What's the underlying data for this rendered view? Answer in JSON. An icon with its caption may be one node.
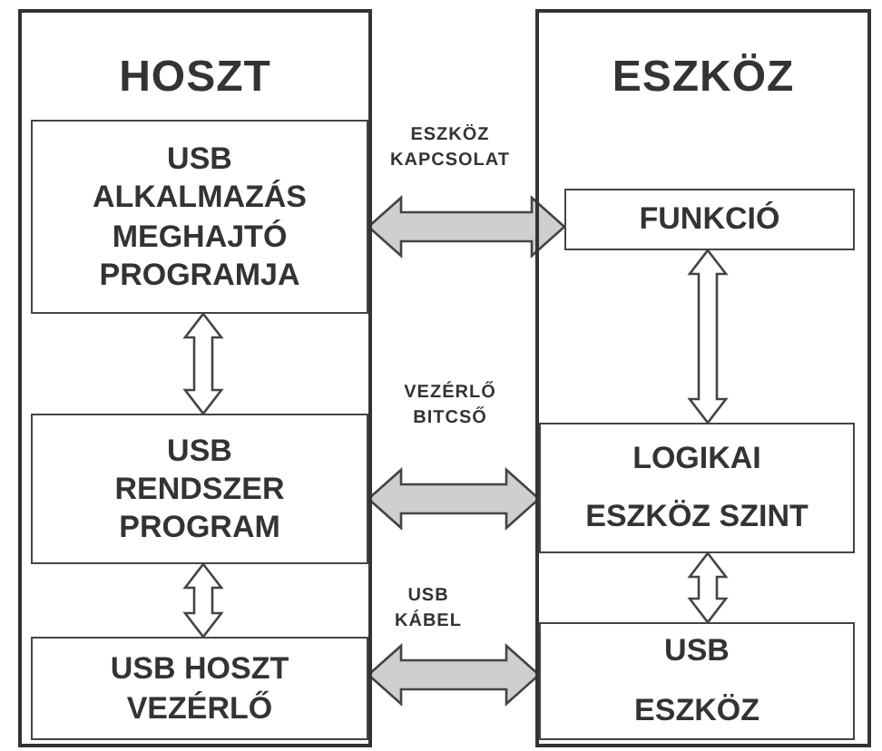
{
  "diagram": {
    "nodes": [
      {
        "text": [
          "HOSZT"
        ]
      },
      {
        "text": [
          "USB ALKALMAZÁS MEGHAJTÓ PROGRAMJA"
        ],
        "in": 0
      },
      {
        "text": [
          "USB RENDSZER PROGRAM"
        ],
        "in": 0
      },
      {
        "text": [
          "USB HOSZT VEZÉRLŐ"
        ],
        "in": 0
      },
      {
        "text": [
          "ESZKÖZ"
        ]
      },
      {
        "text": [
          "FUNKCIÓ"
        ],
        "in": 4
      },
      {
        "text": [
          "LOGIKAI ESZKÖZ SZINT"
        ],
        "in": 4
      },
      {
        "text": [
          "USB ESZKÖZ"
        ],
        "in": 4
      }
    ],
    "edges": [
      {
        "from": 1,
        "to": 5,
        "arrow": "both",
        "label": "ESZKÖZ KAPCSOLAT"
      },
      {
        "from": 2,
        "to": 6,
        "arrow": "both",
        "label": "VEZÉRLŐ BITCSŐ"
      },
      {
        "from": 3,
        "to": 7,
        "arrow": "both",
        "label": "USB KÁBEL"
      },
      {
        "from": 1,
        "to": 2,
        "arrow": "both"
      },
      {
        "from": 2,
        "to": 3,
        "arrow": "both"
      },
      {
        "from": 5,
        "to": 6,
        "arrow": "both"
      },
      {
        "from": 6,
        "to": 7,
        "arrow": "both"
      }
    ]
  }
}
